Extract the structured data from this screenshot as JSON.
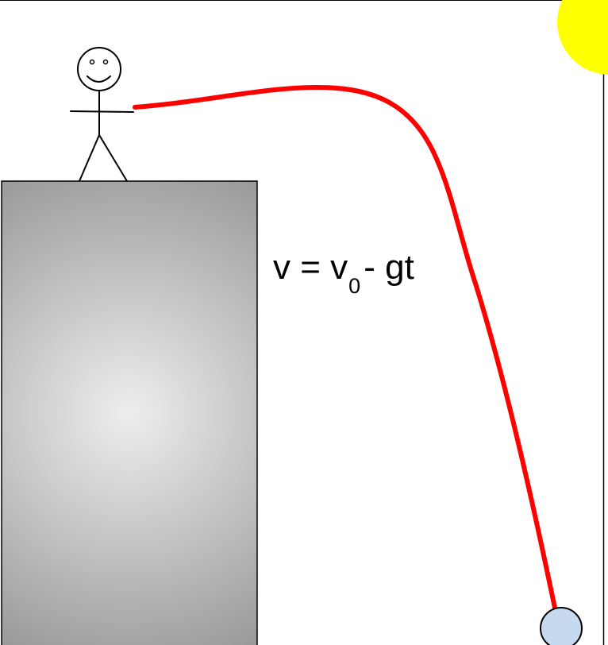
{
  "formula": {
    "lhs": "v",
    "equals": "=",
    "v_base": "v",
    "v_subscript": "0",
    "minus": "-",
    "term": "gt"
  },
  "colors": {
    "trajectory": "#ff0000",
    "sun": "#ffff00",
    "ball_fill": "#c6d9ee",
    "building_light": "#eeeeee",
    "building_dark": "#9a9a9a",
    "outline": "#000000"
  },
  "icons": {
    "person": "stick-figure-icon",
    "sun": "sun-icon",
    "ball": "ball-icon"
  }
}
